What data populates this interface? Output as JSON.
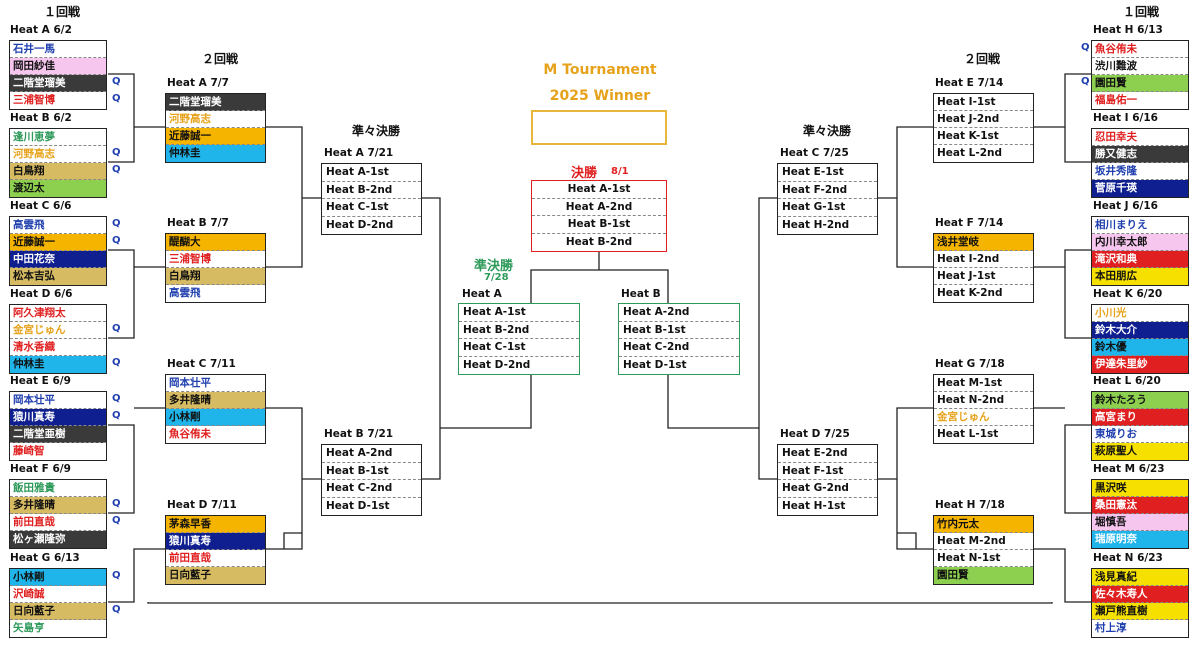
{
  "title_line1": "M Tournament",
  "title_line2": "2025 Winner",
  "round_labels": {
    "r1_left": "１回戦",
    "r2_left": "２回戦",
    "qf_left": "準々決勝",
    "qf_right": "準々決勝",
    "r2_right": "２回戦",
    "r1_right": "１回戦",
    "semi": "準決勝",
    "semi_date": "7/28",
    "final": "決勝",
    "final_date": "8/1"
  },
  "q_mark": "Q",
  "colors": {
    "accent_gold": "#e6a21a",
    "final_red": "#e02020",
    "semi_green": "#2e9a5a",
    "q_blue": "#1f3fae"
  },
  "r1_left": [
    {
      "label": "Heat A 6/2",
      "rows": [
        {
          "name": "石井一馬",
          "bg": "#ffffff",
          "fg": "#1f3fae",
          "q": false
        },
        {
          "name": "岡田紗佳",
          "bg": "#f7c6ee",
          "fg": "#111111",
          "q": false
        },
        {
          "name": "二階堂瑠美",
          "bg": "#3a3a3a",
          "fg": "#ffffff",
          "q": true
        },
        {
          "name": "三浦智博",
          "bg": "#ffffff",
          "fg": "#e02020",
          "q": true
        }
      ]
    },
    {
      "label": "Heat B 6/2",
      "rows": [
        {
          "name": "逢川恵夢",
          "bg": "#ffffff",
          "fg": "#2e9a5a",
          "q": false
        },
        {
          "name": "河野高志",
          "bg": "#ffffff",
          "fg": "#e6a21a",
          "q": true
        },
        {
          "name": "白鳥翔",
          "bg": "#d6bb63",
          "fg": "#111111",
          "q": true
        },
        {
          "name": "渡辺太",
          "bg": "#8dcf4e",
          "fg": "#111111",
          "q": false
        }
      ]
    },
    {
      "label": "Heat C 6/6",
      "rows": [
        {
          "name": "高雲飛",
          "bg": "#ffffff",
          "fg": "#1f3fae",
          "q": true
        },
        {
          "name": "近藤誠一",
          "bg": "#f5b400",
          "fg": "#111111",
          "q": true
        },
        {
          "name": "中田花奈",
          "bg": "#0f1f8f",
          "fg": "#ffffff",
          "q": false
        },
        {
          "name": "松本吉弘",
          "bg": "#d6bb63",
          "fg": "#111111",
          "q": false
        }
      ]
    },
    {
      "label": "Heat D 6/6",
      "rows": [
        {
          "name": "阿久津翔太",
          "bg": "#ffffff",
          "fg": "#e02020",
          "q": false
        },
        {
          "name": "金宮じゅん",
          "bg": "#ffffff",
          "fg": "#e6a21a",
          "q": true
        },
        {
          "name": "清水香織",
          "bg": "#ffffff",
          "fg": "#e02020",
          "q": false
        },
        {
          "name": "仲林圭",
          "bg": "#1fb4ea",
          "fg": "#111111",
          "q": true
        }
      ]
    },
    {
      "label": "Heat E 6/9",
      "rows": [
        {
          "name": "岡本壮平",
          "bg": "#ffffff",
          "fg": "#1f3fae",
          "q": true
        },
        {
          "name": "猿川真寿",
          "bg": "#0f1f8f",
          "fg": "#ffffff",
          "q": true
        },
        {
          "name": "二階堂亜樹",
          "bg": "#3a3a3a",
          "fg": "#ffffff",
          "q": false
        },
        {
          "name": "藤崎智",
          "bg": "#ffffff",
          "fg": "#e02020",
          "q": false
        }
      ]
    },
    {
      "label": "Heat F 6/9",
      "rows": [
        {
          "name": "飯田雅貴",
          "bg": "#ffffff",
          "fg": "#2e9a5a",
          "q": false
        },
        {
          "name": "多井隆晴",
          "bg": "#d6bb63",
          "fg": "#111111",
          "q": true
        },
        {
          "name": "前田直哉",
          "bg": "#ffffff",
          "fg": "#e02020",
          "q": true
        },
        {
          "name": "松ヶ瀬隆弥",
          "bg": "#3a3a3a",
          "fg": "#ffffff",
          "q": false
        }
      ]
    },
    {
      "label": "Heat G 6/13",
      "rows": [
        {
          "name": "小林剛",
          "bg": "#1fb4ea",
          "fg": "#111111",
          "q": true
        },
        {
          "name": "沢崎誠",
          "bg": "#ffffff",
          "fg": "#e02020",
          "q": false
        },
        {
          "name": "日向藍子",
          "bg": "#d6bb63",
          "fg": "#111111",
          "q": true
        },
        {
          "name": "矢島亨",
          "bg": "#ffffff",
          "fg": "#2e9a5a",
          "q": false
        }
      ]
    }
  ],
  "r1_right": [
    {
      "label": "Heat H 6/13",
      "rows": [
        {
          "name": "魚谷侑未",
          "bg": "#ffffff",
          "fg": "#e02020",
          "q": true
        },
        {
          "name": "渋川難波",
          "bg": "#ffffff",
          "fg": "#111111",
          "q": false
        },
        {
          "name": "園田賢",
          "bg": "#8dcf4e",
          "fg": "#111111",
          "q": true
        },
        {
          "name": "福島佑一",
          "bg": "#ffffff",
          "fg": "#e02020",
          "q": false
        }
      ]
    },
    {
      "label": "Heat I 6/16",
      "rows": [
        {
          "name": "忍田幸夫",
          "bg": "#ffffff",
          "fg": "#e02020",
          "q": false
        },
        {
          "name": "勝又健志",
          "bg": "#3a3a3a",
          "fg": "#ffffff",
          "q": false
        },
        {
          "name": "坂井秀隆",
          "bg": "#ffffff",
          "fg": "#1f3fae",
          "q": false
        },
        {
          "name": "菅原千瑛",
          "bg": "#0f1f8f",
          "fg": "#ffffff",
          "q": false
        }
      ]
    },
    {
      "label": "Heat J 6/16",
      "rows": [
        {
          "name": "相川まりえ",
          "bg": "#ffffff",
          "fg": "#1f3fae",
          "q": false
        },
        {
          "name": "内川幸太郎",
          "bg": "#f7c6ee",
          "fg": "#111111",
          "q": false
        },
        {
          "name": "滝沢和典",
          "bg": "#e02020",
          "fg": "#ffffff",
          "q": false
        },
        {
          "name": "本田朋広",
          "bg": "#f5e000",
          "fg": "#111111",
          "q": false
        }
      ]
    },
    {
      "label": "Heat K 6/20",
      "rows": [
        {
          "name": "小川光",
          "bg": "#ffffff",
          "fg": "#e6a21a",
          "q": false
        },
        {
          "name": "鈴木大介",
          "bg": "#0f1f8f",
          "fg": "#ffffff",
          "q": false
        },
        {
          "name": "鈴木優",
          "bg": "#1fb4ea",
          "fg": "#111111",
          "q": false
        },
        {
          "name": "伊達朱里紗",
          "bg": "#e02020",
          "fg": "#ffffff",
          "q": false
        }
      ]
    },
    {
      "label": "Heat L 6/20",
      "rows": [
        {
          "name": "鈴木たろう",
          "bg": "#8dcf4e",
          "fg": "#111111",
          "q": false
        },
        {
          "name": "高宮まり",
          "bg": "#e02020",
          "fg": "#ffffff",
          "q": false
        },
        {
          "name": "東城りお",
          "bg": "#ffffff",
          "fg": "#1f3fae",
          "q": false
        },
        {
          "name": "萩原聖人",
          "bg": "#f5e000",
          "fg": "#111111",
          "q": false
        }
      ]
    },
    {
      "label": "Heat M 6/23",
      "rows": [
        {
          "name": "黒沢咲",
          "bg": "#f5e000",
          "fg": "#111111",
          "q": false
        },
        {
          "name": "桑田憲汰",
          "bg": "#e02020",
          "fg": "#ffffff",
          "q": false
        },
        {
          "name": "堀慎吾",
          "bg": "#f7c6ee",
          "fg": "#111111",
          "q": false
        },
        {
          "name": "瑞原明奈",
          "bg": "#1fb4ea",
          "fg": "#ffffff",
          "q": false
        }
      ]
    },
    {
      "label": "Heat N 6/23",
      "rows": [
        {
          "name": "浅見真紀",
          "bg": "#f5e000",
          "fg": "#111111",
          "q": false
        },
        {
          "name": "佐々木寿人",
          "bg": "#e02020",
          "fg": "#ffffff",
          "q": false
        },
        {
          "name": "瀬戸熊直樹",
          "bg": "#f5e000",
          "fg": "#111111",
          "q": false
        },
        {
          "name": "村上淳",
          "bg": "#ffffff",
          "fg": "#1f3fae",
          "q": false
        }
      ]
    }
  ],
  "r2_left": [
    {
      "label": "Heat A 7/7",
      "rows": [
        {
          "name": "二階堂瑠美",
          "bg": "#3a3a3a",
          "fg": "#ffffff"
        },
        {
          "name": "河野高志",
          "bg": "#ffffff",
          "fg": "#e6a21a"
        },
        {
          "name": "近藤誠一",
          "bg": "#f5b400",
          "fg": "#111111"
        },
        {
          "name": "仲林圭",
          "bg": "#1fb4ea",
          "fg": "#111111"
        }
      ]
    },
    {
      "label": "Heat B 7/7",
      "rows": [
        {
          "name": "醍醐大",
          "bg": "#f5b400",
          "fg": "#111111"
        },
        {
          "name": "三浦智博",
          "bg": "#ffffff",
          "fg": "#e02020"
        },
        {
          "name": "白鳥翔",
          "bg": "#d6bb63",
          "fg": "#111111"
        },
        {
          "name": "高雲飛",
          "bg": "#ffffff",
          "fg": "#1f3fae"
        }
      ]
    },
    {
      "label": "Heat C 7/11",
      "rows": [
        {
          "name": "岡本壮平",
          "bg": "#ffffff",
          "fg": "#1f3fae"
        },
        {
          "name": "多井隆晴",
          "bg": "#d6bb63",
          "fg": "#111111"
        },
        {
          "name": "小林剛",
          "bg": "#1fb4ea",
          "fg": "#111111"
        },
        {
          "name": "魚谷侑未",
          "bg": "#ffffff",
          "fg": "#e02020"
        }
      ]
    },
    {
      "label": "Heat D 7/11",
      "rows": [
        {
          "name": "茅森早香",
          "bg": "#f5b400",
          "fg": "#111111"
        },
        {
          "name": "猿川真寿",
          "bg": "#0f1f8f",
          "fg": "#ffffff"
        },
        {
          "name": "前田直哉",
          "bg": "#ffffff",
          "fg": "#e02020"
        },
        {
          "name": "日向藍子",
          "bg": "#d6bb63",
          "fg": "#111111"
        }
      ]
    }
  ],
  "r2_right": [
    {
      "label": "Heat E 7/14",
      "rows": [
        {
          "name": "Heat I-1st",
          "bg": "#ffffff",
          "fg": "#111111"
        },
        {
          "name": "Heat J-2nd",
          "bg": "#ffffff",
          "fg": "#111111"
        },
        {
          "name": "Heat K-1st",
          "bg": "#ffffff",
          "fg": "#111111"
        },
        {
          "name": "Heat L-2nd",
          "bg": "#ffffff",
          "fg": "#111111"
        }
      ]
    },
    {
      "label": "Heat F 7/14",
      "rows": [
        {
          "name": "浅井堂岐",
          "bg": "#f5b400",
          "fg": "#111111"
        },
        {
          "name": "Heat I-2nd",
          "bg": "#ffffff",
          "fg": "#111111"
        },
        {
          "name": "Heat J-1st",
          "bg": "#ffffff",
          "fg": "#111111"
        },
        {
          "name": "Heat K-2nd",
          "bg": "#ffffff",
          "fg": "#111111"
        }
      ]
    },
    {
      "label": "Heat G 7/18",
      "rows": [
        {
          "name": "Heat M-1st",
          "bg": "#ffffff",
          "fg": "#111111"
        },
        {
          "name": "Heat N-2nd",
          "bg": "#ffffff",
          "fg": "#111111"
        },
        {
          "name": "金宮じゅん",
          "bg": "#ffffff",
          "fg": "#e6a21a"
        },
        {
          "name": "Heat L-1st",
          "bg": "#ffffff",
          "fg": "#111111"
        }
      ]
    },
    {
      "label": "Heat H 7/18",
      "rows": [
        {
          "name": "竹内元太",
          "bg": "#f5b400",
          "fg": "#111111"
        },
        {
          "name": "Heat M-2nd",
          "bg": "#ffffff",
          "fg": "#111111"
        },
        {
          "name": "Heat N-1st",
          "bg": "#ffffff",
          "fg": "#111111"
        },
        {
          "name": "園田賢",
          "bg": "#8dcf4e",
          "fg": "#111111"
        }
      ]
    }
  ],
  "qf_left": [
    {
      "label": "Heat A 7/21",
      "rows": [
        "Heat A-1st",
        "Heat B-2nd",
        "Heat C-1st",
        "Heat D-2nd"
      ]
    },
    {
      "label": "Heat B 7/21",
      "rows": [
        "Heat A-2nd",
        "Heat B-1st",
        "Heat C-2nd",
        "Heat D-1st"
      ]
    }
  ],
  "qf_right": [
    {
      "label": "Heat C 7/25",
      "rows": [
        "Heat E-1st",
        "Heat F-2nd",
        "Heat G-1st",
        "Heat H-2nd"
      ]
    },
    {
      "label": "Heat D 7/25",
      "rows": [
        "Heat E-2nd",
        "Heat F-1st",
        "Heat G-2nd",
        "Heat H-1st"
      ]
    }
  ],
  "semis": [
    {
      "label": "Heat A",
      "rows": [
        "Heat A-1st",
        "Heat B-2nd",
        "Heat C-1st",
        "Heat D-2nd"
      ]
    },
    {
      "label": "Heat B",
      "rows": [
        "Heat A-2nd",
        "Heat B-1st",
        "Heat C-2nd",
        "Heat D-1st"
      ]
    }
  ],
  "final_rows": [
    "Heat A-1st",
    "Heat A-2nd",
    "Heat B-1st",
    "Heat B-2nd"
  ]
}
